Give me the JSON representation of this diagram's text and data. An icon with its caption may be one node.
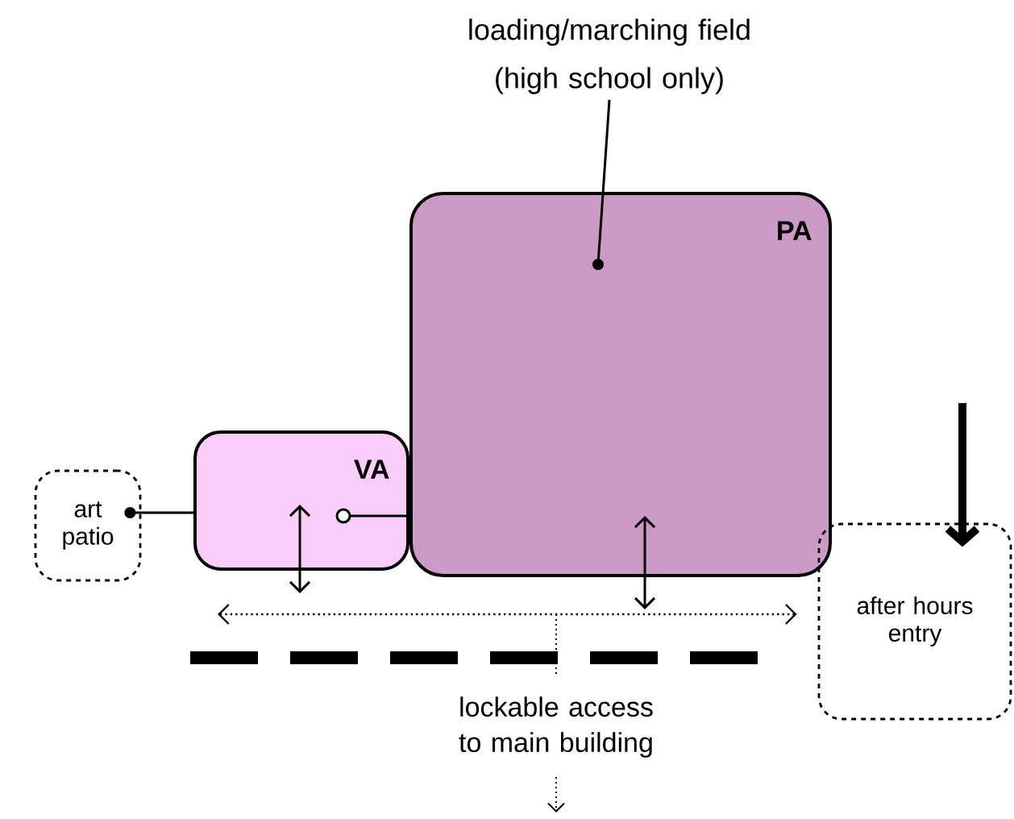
{
  "diagram": {
    "nodes": [
      {
        "text": [
          "loading/marching field (high school only)"
        ]
      },
      {
        "text": [
          "PA"
        ]
      },
      {
        "text": [
          "VA"
        ]
      },
      {
        "text": [
          "art patio"
        ]
      },
      {
        "text": [
          "after hours entry"
        ]
      }
    ],
    "edges": [
      {
        "from": 1,
        "to": 0,
        "arrow": "other"
      },
      {
        "from": 3,
        "to": 2,
        "arrow": "other"
      },
      {
        "from": 2,
        "to": 1,
        "arrow": "other"
      },
      {
        "from": 2,
        "to": null,
        "arrow": "both"
      },
      {
        "from": 1,
        "to": null,
        "arrow": "both"
      },
      {
        "from": null,
        "to": 4,
        "arrow": "both",
        "style": "dashed"
      },
      {
        "from": null,
        "to": 4,
        "arrow": "to",
        "style": "thick"
      }
    ],
    "labels": [
      "lockable access to main building"
    ]
  }
}
